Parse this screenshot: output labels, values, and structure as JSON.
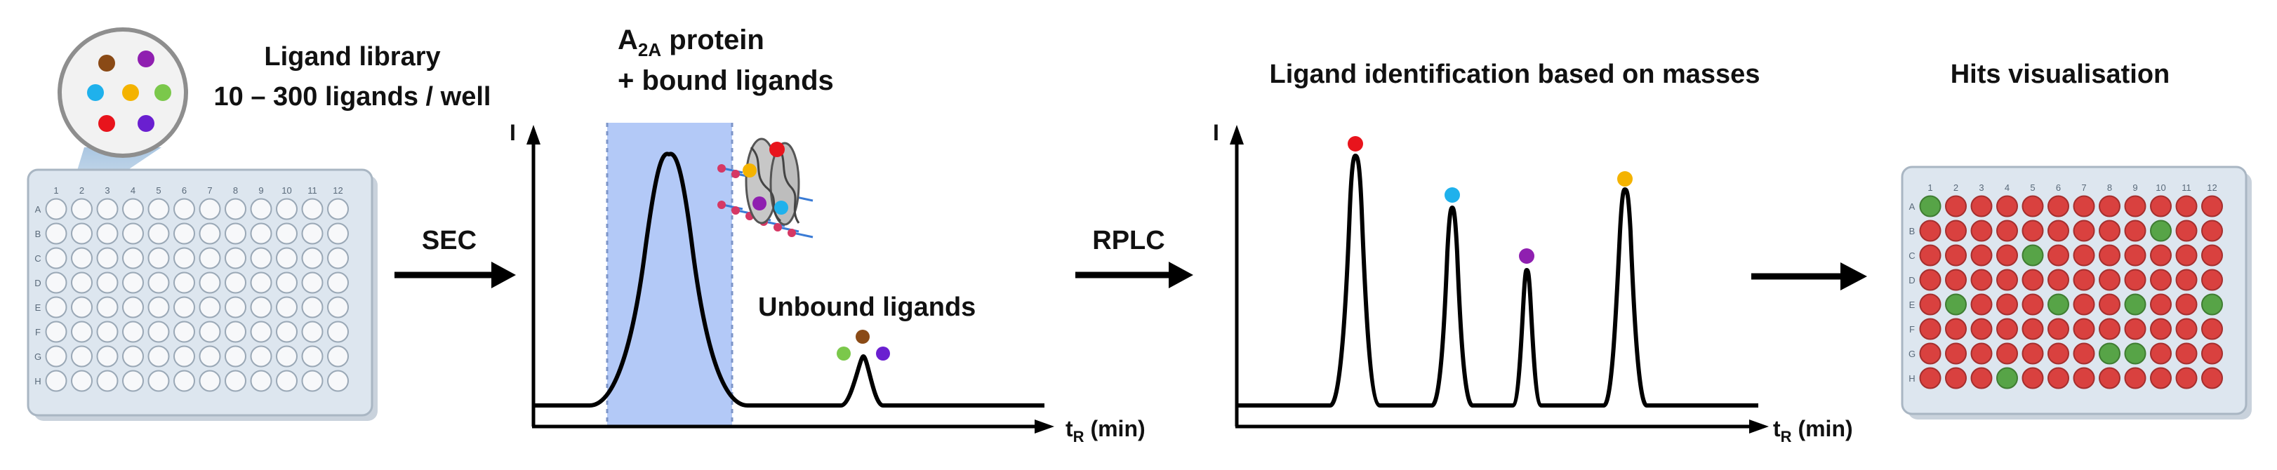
{
  "library": {
    "title": "Ligand library",
    "subtitle": "10 – 300 ligands / well"
  },
  "plate": {
    "columns": [
      "1",
      "2",
      "3",
      "4",
      "5",
      "6",
      "7",
      "8",
      "9",
      "10",
      "11",
      "12"
    ],
    "rows": [
      "A",
      "B",
      "C",
      "D",
      "E",
      "F",
      "G",
      "H"
    ],
    "well_color": "#f7f8fa",
    "plate_color": "#dde6ef"
  },
  "steps": {
    "sec": "SEC",
    "rplc": "RPLC"
  },
  "sec_chart": {
    "y_axis": "I",
    "x_axis_main": "t",
    "x_axis_sub": "R",
    "x_axis_unit": " (min)",
    "title_main": "A",
    "title_sub": "2A",
    "title_rest": " protein",
    "title_line2": "+ bound ligands",
    "unbound_label": "Unbound ligands",
    "highlight_color": "#b3c9f7"
  },
  "rplc_chart": {
    "title": "Ligand identification based on masses",
    "y_axis": "I",
    "x_axis_main": "t",
    "x_axis_sub": "R",
    "x_axis_unit": " (min)",
    "peak_colors": [
      "#e8141c",
      "#1fb1ec",
      "#8f1fb0",
      "#f4b300"
    ]
  },
  "hits": {
    "title": "Hits visualisation",
    "hit_color": "#57a447",
    "miss_color": "#d9413f",
    "hit_wells": [
      "A1",
      "B10",
      "C5",
      "E2",
      "E6",
      "E9",
      "E12",
      "G8",
      "G9",
      "H4"
    ]
  },
  "ligand_colors": [
    "#8a4a16",
    "#8f1fb0",
    "#1fb1ec",
    "#f4b300",
    "#7bc84b",
    "#e8141c",
    "#6a1fd0"
  ]
}
